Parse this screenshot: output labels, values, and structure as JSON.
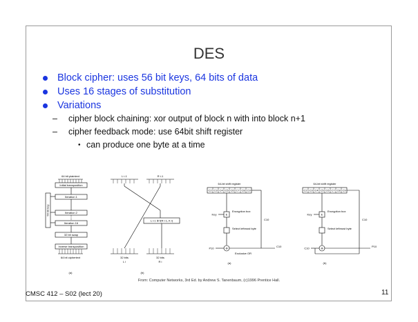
{
  "slide": {
    "title": "DES",
    "bullets": [
      "Block cipher: uses 56 bit keys, 64 bits of data",
      "Uses 16 stages of substitution",
      "Variations"
    ],
    "sub_bullets": [
      "cipher block chaining: xor output of block n with into block n+1",
      "cipher feedback mode: use 64bit shift register"
    ],
    "sub_sub_bullets": [
      "can produce one byte at a time"
    ],
    "caption": "From: Computer Networks, 3rd Ed. by Andrew S. Tanenbaum, (c)1996 Prentice Hall.",
    "footer": "CMSC 412 – S02 (lect 20)",
    "page_number": "11",
    "colors": {
      "bullet_blue": "#1a35e0",
      "frame": "#9a9a9a"
    }
  },
  "figure": {
    "des": {
      "top": "64 bit plaintext",
      "stages": [
        "Initial transposition",
        "Iteration 1",
        "Iteration 2",
        "Iteration 16",
        "32 bit swap",
        "Inverse transposition"
      ],
      "bottom": "64 bit ciphertext",
      "key": "56 bit key",
      "label": "(a)"
    },
    "iteration": {
      "top_left": "L i-1",
      "top_right": "R i-1",
      "func": "L i-1 ⊕ f(R i-1, K i)",
      "bottom_left": "32 bits",
      "bottom_left_sub": "L i",
      "bottom_right": "32 bits",
      "bottom_right_sub": "R i",
      "label": "(b)"
    },
    "cfb_enc": {
      "header": "64-bit shift register",
      "cells": [
        "C2",
        "C3",
        "C4",
        "C5",
        "C6",
        "C7",
        "C8",
        "C9"
      ],
      "key": "Key",
      "box": "Encryption box",
      "select": "Select leftmost byte",
      "c10": "C10",
      "p10": "P10",
      "c10_out": "C10",
      "xor": "Exclusive OR",
      "label": "(a)"
    },
    "cfb_dec": {
      "header": "64-bit shift register",
      "cells": [
        "C2",
        "C3",
        "C4",
        "C5",
        "C6",
        "C7",
        "C8",
        "C9"
      ],
      "key": "Key",
      "box": "Encryption box",
      "select": "Select leftmost byte",
      "c10": "C10",
      "c10_in": "C10",
      "p10": "P10",
      "label": "(b)"
    }
  }
}
